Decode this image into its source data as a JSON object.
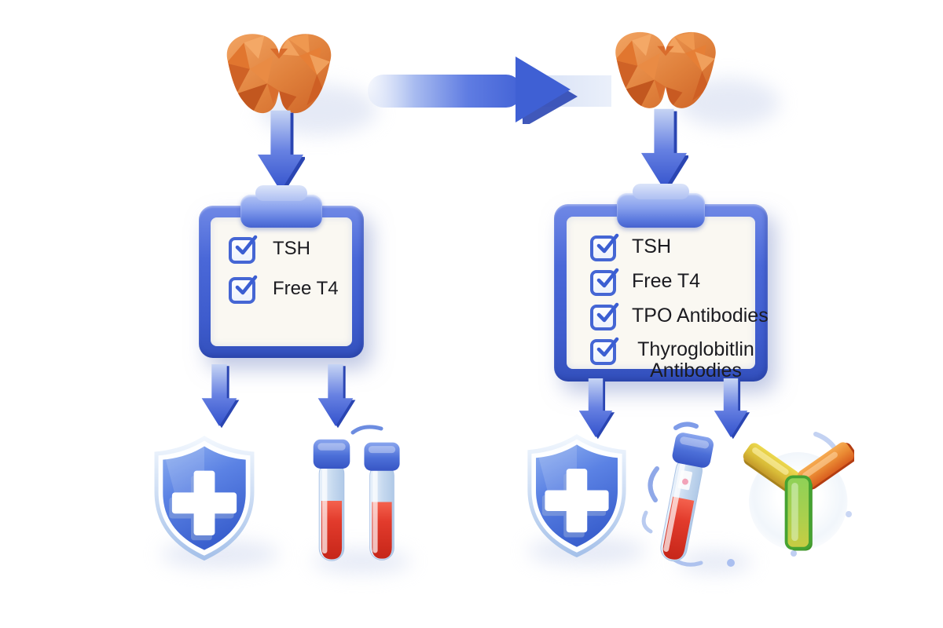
{
  "panels": {
    "left": {
      "source_icon": "thyroid-gland-icon",
      "checklist": {
        "items": [
          "TSH",
          "Free T4"
        ]
      },
      "outcome_icons": [
        "shield-cross-icon",
        "test-tube-icon",
        "test-tube-icon"
      ]
    },
    "right": {
      "source_icon": "thyroid-gland-icon",
      "checklist": {
        "items": [
          "TSH",
          "Free T4",
          "TPO Antibodies",
          "Thyroglobitlin Antibodies"
        ]
      },
      "outcome_icons": [
        "shield-cross-icon",
        "test-tube-icon",
        "antibody-icon"
      ]
    }
  },
  "flow": {
    "top_arrow_icon": "flow-arrow-right-icon",
    "down_arrow_icon": "arrow-down-icon"
  },
  "colors": {
    "background": "#FFFFFF",
    "thyroid_orange": "#E08440",
    "arrow_blue": "#4465D6",
    "clipboard_frame_blue": "#4A68D8",
    "clipboard_clip_blue": "#8AA2EE",
    "clipboard_paper": "#FAF8F2",
    "checkbox_blue": "#4566D4",
    "checklist_text": "#1B1B20",
    "shield_blue": "#4E78DC",
    "shield_rim_light": "#C9DCF4",
    "cross_white": "#FFFFFF",
    "blood_red": "#DE3628",
    "tube_cap_blue": "#3F63CE",
    "tube_glass_blue": "#C9DCF2",
    "antibody_yellow": "#D8C244",
    "antibody_orange": "#EC9340",
    "antibody_green": "#5FBE3E",
    "shadow_lavender": "#DDE3F3"
  }
}
